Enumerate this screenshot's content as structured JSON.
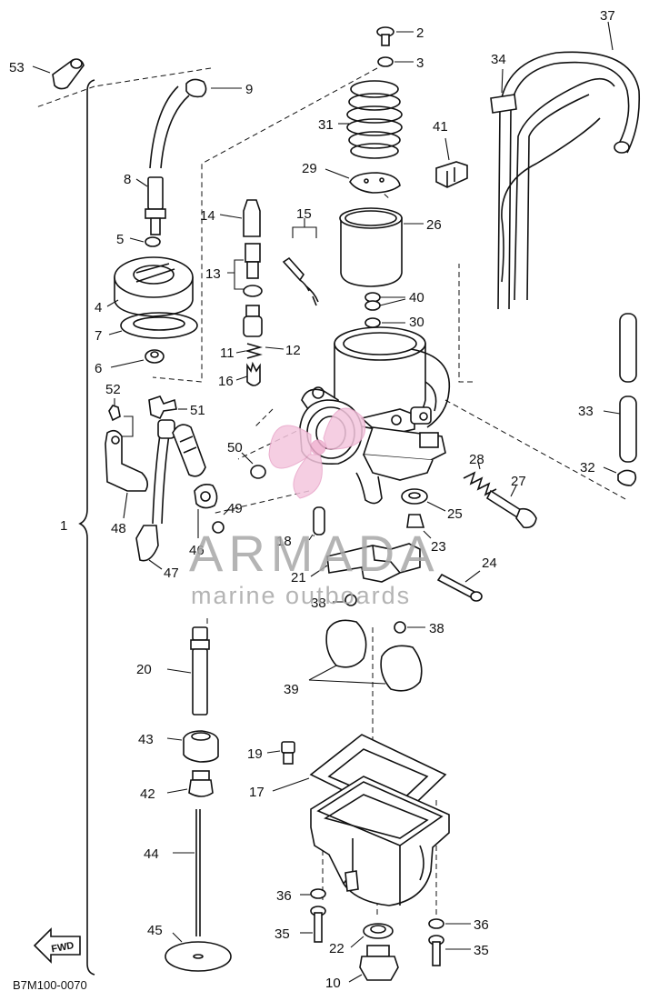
{
  "diagram": {
    "code": "B7M100-0070",
    "fwd_label": "FWD",
    "watermark": {
      "brand": "ARMADA",
      "tagline": "marine outboards"
    },
    "callouts": {
      "c1": "1",
      "c2": "2",
      "c3": "3",
      "c4": "4",
      "c5": "5",
      "c6": "6",
      "c7": "7",
      "c8": "8",
      "c9": "9",
      "c10": "10",
      "c11": "11",
      "c12": "12",
      "c13": "13",
      "c14": "14",
      "c15": "15",
      "c16": "16",
      "c17": "17",
      "c18": "18",
      "c19": "19",
      "c20": "20",
      "c21": "21",
      "c22": "22",
      "c23": "23",
      "c24": "24",
      "c25": "25",
      "c26": "26",
      "c27": "27",
      "c28": "28",
      "c29": "29",
      "c30": "30",
      "c31": "31",
      "c32": "32",
      "c33": "33",
      "c34": "34",
      "c35a": "35",
      "c35b": "35",
      "c36a": "36",
      "c36b": "36",
      "c37": "37",
      "c38a": "38",
      "c38b": "38",
      "c39": "39",
      "c40": "40",
      "c41": "41",
      "c42": "42",
      "c43": "43",
      "c44": "44",
      "c45": "45",
      "c46": "46",
      "c47": "47",
      "c48": "48",
      "c49": "49",
      "c50": "50",
      "c51": "51",
      "c52": "52",
      "c53": "53"
    }
  }
}
